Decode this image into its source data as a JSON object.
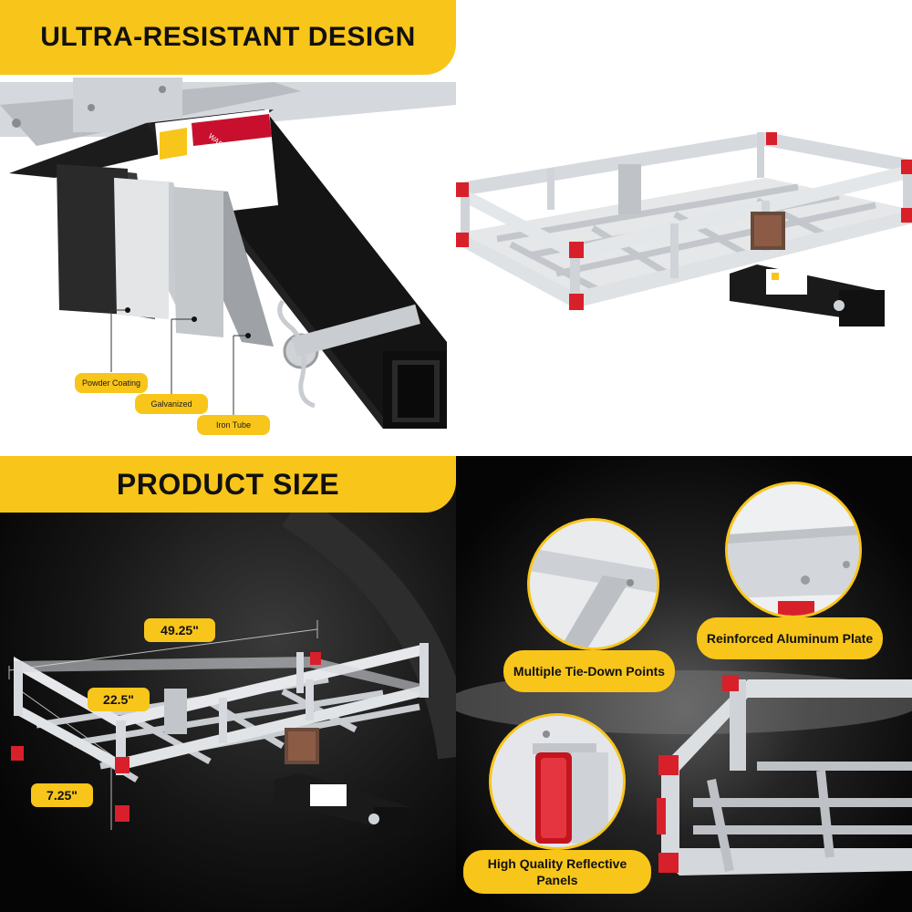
{
  "top_left": {
    "banner": "ULTRA-RESISTANT DESIGN",
    "layers": [
      "Powder Coating",
      "Galvanized",
      "Iron Tube"
    ],
    "warning_label": "WARNING"
  },
  "bottom_left": {
    "banner": "PRODUCT SIZE",
    "dimensions": {
      "length": "49.25\"",
      "width": "22.5\"",
      "height": "7.25\""
    }
  },
  "bottom_right": {
    "features": {
      "tie_down": "Multiple Tie-Down Points",
      "plate": "Reinforced Aluminum Plate",
      "reflective": "High Quality Reflective Panels"
    }
  },
  "colors": {
    "accent": "#f8c51a",
    "reflector_red": "#d8202a",
    "aluminum": "#d9dde2",
    "steel_black": "#1a1a1a"
  }
}
